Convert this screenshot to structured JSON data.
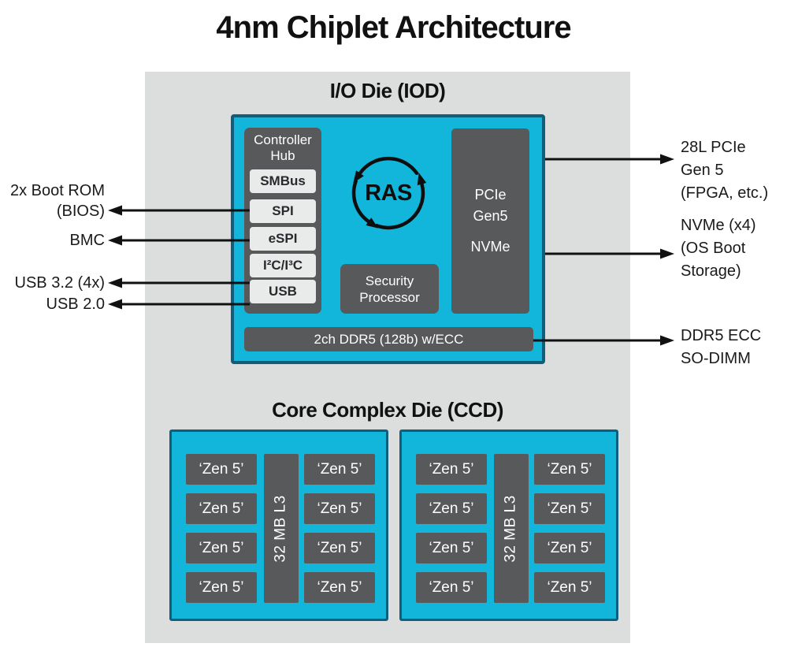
{
  "title": "4nm Chiplet Architecture",
  "colors": {
    "cyan_fill": "#12b6da",
    "teal_border": "#0d5f7d",
    "dark_gray_block": "#58595b",
    "panel_gray": "#dcdddd",
    "light_port_box": "#e9eaea",
    "arrow_black": "#111111"
  },
  "iod": {
    "heading": "I/O Die (IOD)",
    "controller_hub": {
      "label": "Controller Hub",
      "ports": [
        "SMBus",
        "SPI",
        "eSPI",
        "I²C/I³C",
        "USB"
      ]
    },
    "ras": {
      "label": "RAS",
      "icon": "cycle-arrows-icon"
    },
    "security_processor": {
      "label": "Security Processor"
    },
    "pcie_block": {
      "lines": [
        "PCIe",
        "Gen5",
        "NVMe"
      ]
    },
    "ddr_bar": {
      "label": "2ch DDR5 (128b) w/ECC"
    }
  },
  "ccd": {
    "heading": "Core Complex Die (CCD)",
    "dies": [
      {
        "l3": "32 MB L3",
        "cores": [
          "‘Zen 5’",
          "‘Zen 5’",
          "‘Zen 5’",
          "‘Zen 5’",
          "‘Zen 5’",
          "‘Zen 5’",
          "‘Zen 5’",
          "‘Zen 5’"
        ]
      },
      {
        "l3": "32 MB L3",
        "cores": [
          "‘Zen 5’",
          "‘Zen 5’",
          "‘Zen 5’",
          "‘Zen 5’",
          "‘Zen 5’",
          "‘Zen 5’",
          "‘Zen 5’",
          "‘Zen 5’"
        ]
      }
    ]
  },
  "callouts_left": [
    {
      "lines": [
        "2x Boot ROM",
        "(BIOS)"
      ]
    },
    {
      "lines": [
        "BMC"
      ]
    },
    {
      "lines": [
        "USB 3.2 (4x)"
      ]
    },
    {
      "lines": [
        "USB 2.0"
      ]
    }
  ],
  "callouts_right": [
    {
      "lines": [
        "28L PCIe",
        "Gen 5",
        "(FPGA, etc.)"
      ]
    },
    {
      "lines": [
        "NVMe (x4)",
        "(OS Boot",
        "Storage)"
      ]
    },
    {
      "lines": [
        "DDR5 ECC",
        "SO-DIMM"
      ]
    }
  ]
}
